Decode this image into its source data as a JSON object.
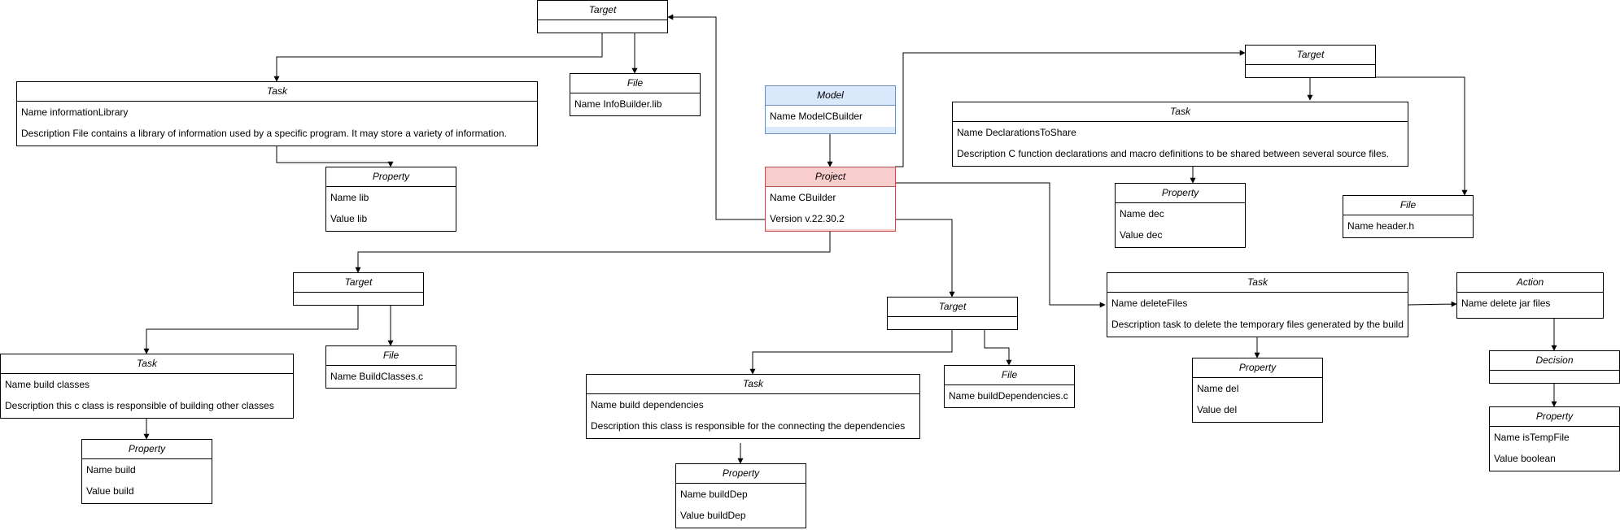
{
  "nodes": {
    "target_top": {
      "title": "Target"
    },
    "task_info": {
      "title": "Task",
      "name": "Name informationLibrary",
      "description": "Description File contains a library of information used by a specific program. It may store a variety of information."
    },
    "file_info": {
      "title": "File",
      "name": "Name InfoBuilder.lib"
    },
    "property_lib": {
      "title": "Property",
      "name": "Name lib",
      "value": "Value lib"
    },
    "model": {
      "title": "Model",
      "name": "Name ModelCBuilder"
    },
    "project": {
      "title": "Project",
      "name": "Name CBuilder",
      "version": "Version v.22.30.2"
    },
    "target_right": {
      "title": "Target"
    },
    "task_decl": {
      "title": "Task",
      "name": "Name DeclarationsToShare",
      "description": "Description C function declarations and macro definitions to be shared between several source files."
    },
    "property_dec": {
      "title": "Property",
      "name": "Name dec",
      "value": "Value dec"
    },
    "file_header": {
      "title": "File",
      "name": "Name header.h"
    },
    "target_left": {
      "title": "Target"
    },
    "task_build": {
      "title": "Task",
      "name": "Name build classes",
      "description": "Description this c class is responsible of building other classes"
    },
    "file_buildclasses": {
      "title": "File",
      "name": "Name BuildClasses.c"
    },
    "property_build": {
      "title": "Property",
      "name": "Name build",
      "value": "Value build"
    },
    "target_mid": {
      "title": "Target"
    },
    "task_deps": {
      "title": "Task",
      "name": "Name build dependencies",
      "description": "Description this class is responsible for the connecting the dependencies"
    },
    "file_deps": {
      "title": "File",
      "name": "Name buildDependencies.c"
    },
    "property_builddep": {
      "title": "Property",
      "name": "Name buildDep",
      "value": "Value buildDep"
    },
    "task_delete": {
      "title": "Task",
      "name": "Name deleteFiles",
      "description": "Description task to delete the temporary files generated by the build"
    },
    "property_del": {
      "title": "Property",
      "name": "Name del",
      "value": "Value del"
    },
    "action": {
      "title": "Action",
      "name": "Name delete jar files"
    },
    "decision": {
      "title": "Decision"
    },
    "property_temp": {
      "title": "Property",
      "name": "Name isTempFile",
      "value": "Value boolean"
    }
  },
  "colors": {
    "model_fill": "#dae8fc",
    "model_stroke": "#6c8ebf",
    "project_fill": "#f8cecc",
    "project_stroke": "#b85450",
    "line": "#000000"
  }
}
